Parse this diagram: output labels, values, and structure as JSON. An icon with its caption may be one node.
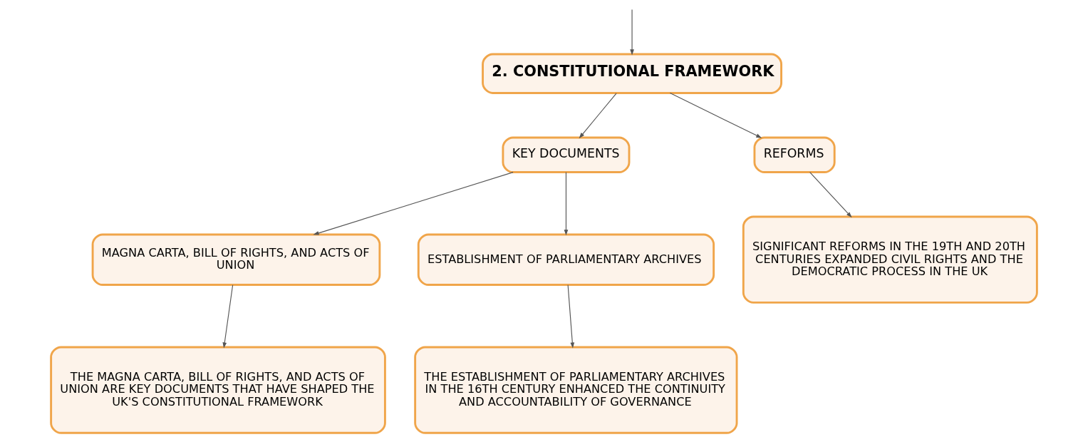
{
  "diagram": {
    "nodes": [
      {
        "text": [
          "2. CONSTITUTIONAL FRAMEWORK"
        ]
      },
      {
        "text": [
          "KEY DOCUMENTS"
        ]
      },
      {
        "text": [
          "REFORMS"
        ]
      },
      {
        "text": [
          "MAGNA CARTA, BILL OF RIGHTS, AND ACTS OF UNION"
        ]
      },
      {
        "text": [
          "ESTABLISHMENT OF PARLIAMENTARY ARCHIVES"
        ]
      },
      {
        "text": [
          "SIGNIFICANT REFORMS IN THE 19TH AND 20TH CENTURIES EXPANDED CIVIL RIGHTS AND THE DEMOCRATIC PROCESS IN THE UK"
        ]
      },
      {
        "text": [
          "THE MAGNA CARTA, BILL OF RIGHTS, AND ACTS OF UNION ARE KEY DOCUMENTS THAT HAVE SHAPED THE UK'S CONSTITUTIONAL FRAMEWORK"
        ]
      },
      {
        "text": [
          "THE ESTABLISHMENT OF PARLIAMENTARY ARCHIVES IN THE 16TH CENTURY ENHANCED THE CONTINUITY AND ACCOUNTABILITY OF GOVERNANCE"
        ]
      }
    ],
    "edges": [
      {
        "from": null,
        "to": 0,
        "arrow": "to"
      },
      {
        "from": 0,
        "to": 1,
        "arrow": "to"
      },
      {
        "from": 0,
        "to": 2,
        "arrow": "to"
      },
      {
        "from": 1,
        "to": 3,
        "arrow": "to"
      },
      {
        "from": 1,
        "to": 4,
        "arrow": "to"
      },
      {
        "from": 2,
        "to": 5,
        "arrow": "to"
      },
      {
        "from": 3,
        "to": 6,
        "arrow": "to"
      },
      {
        "from": 4,
        "to": 7,
        "arrow": "to"
      }
    ]
  }
}
